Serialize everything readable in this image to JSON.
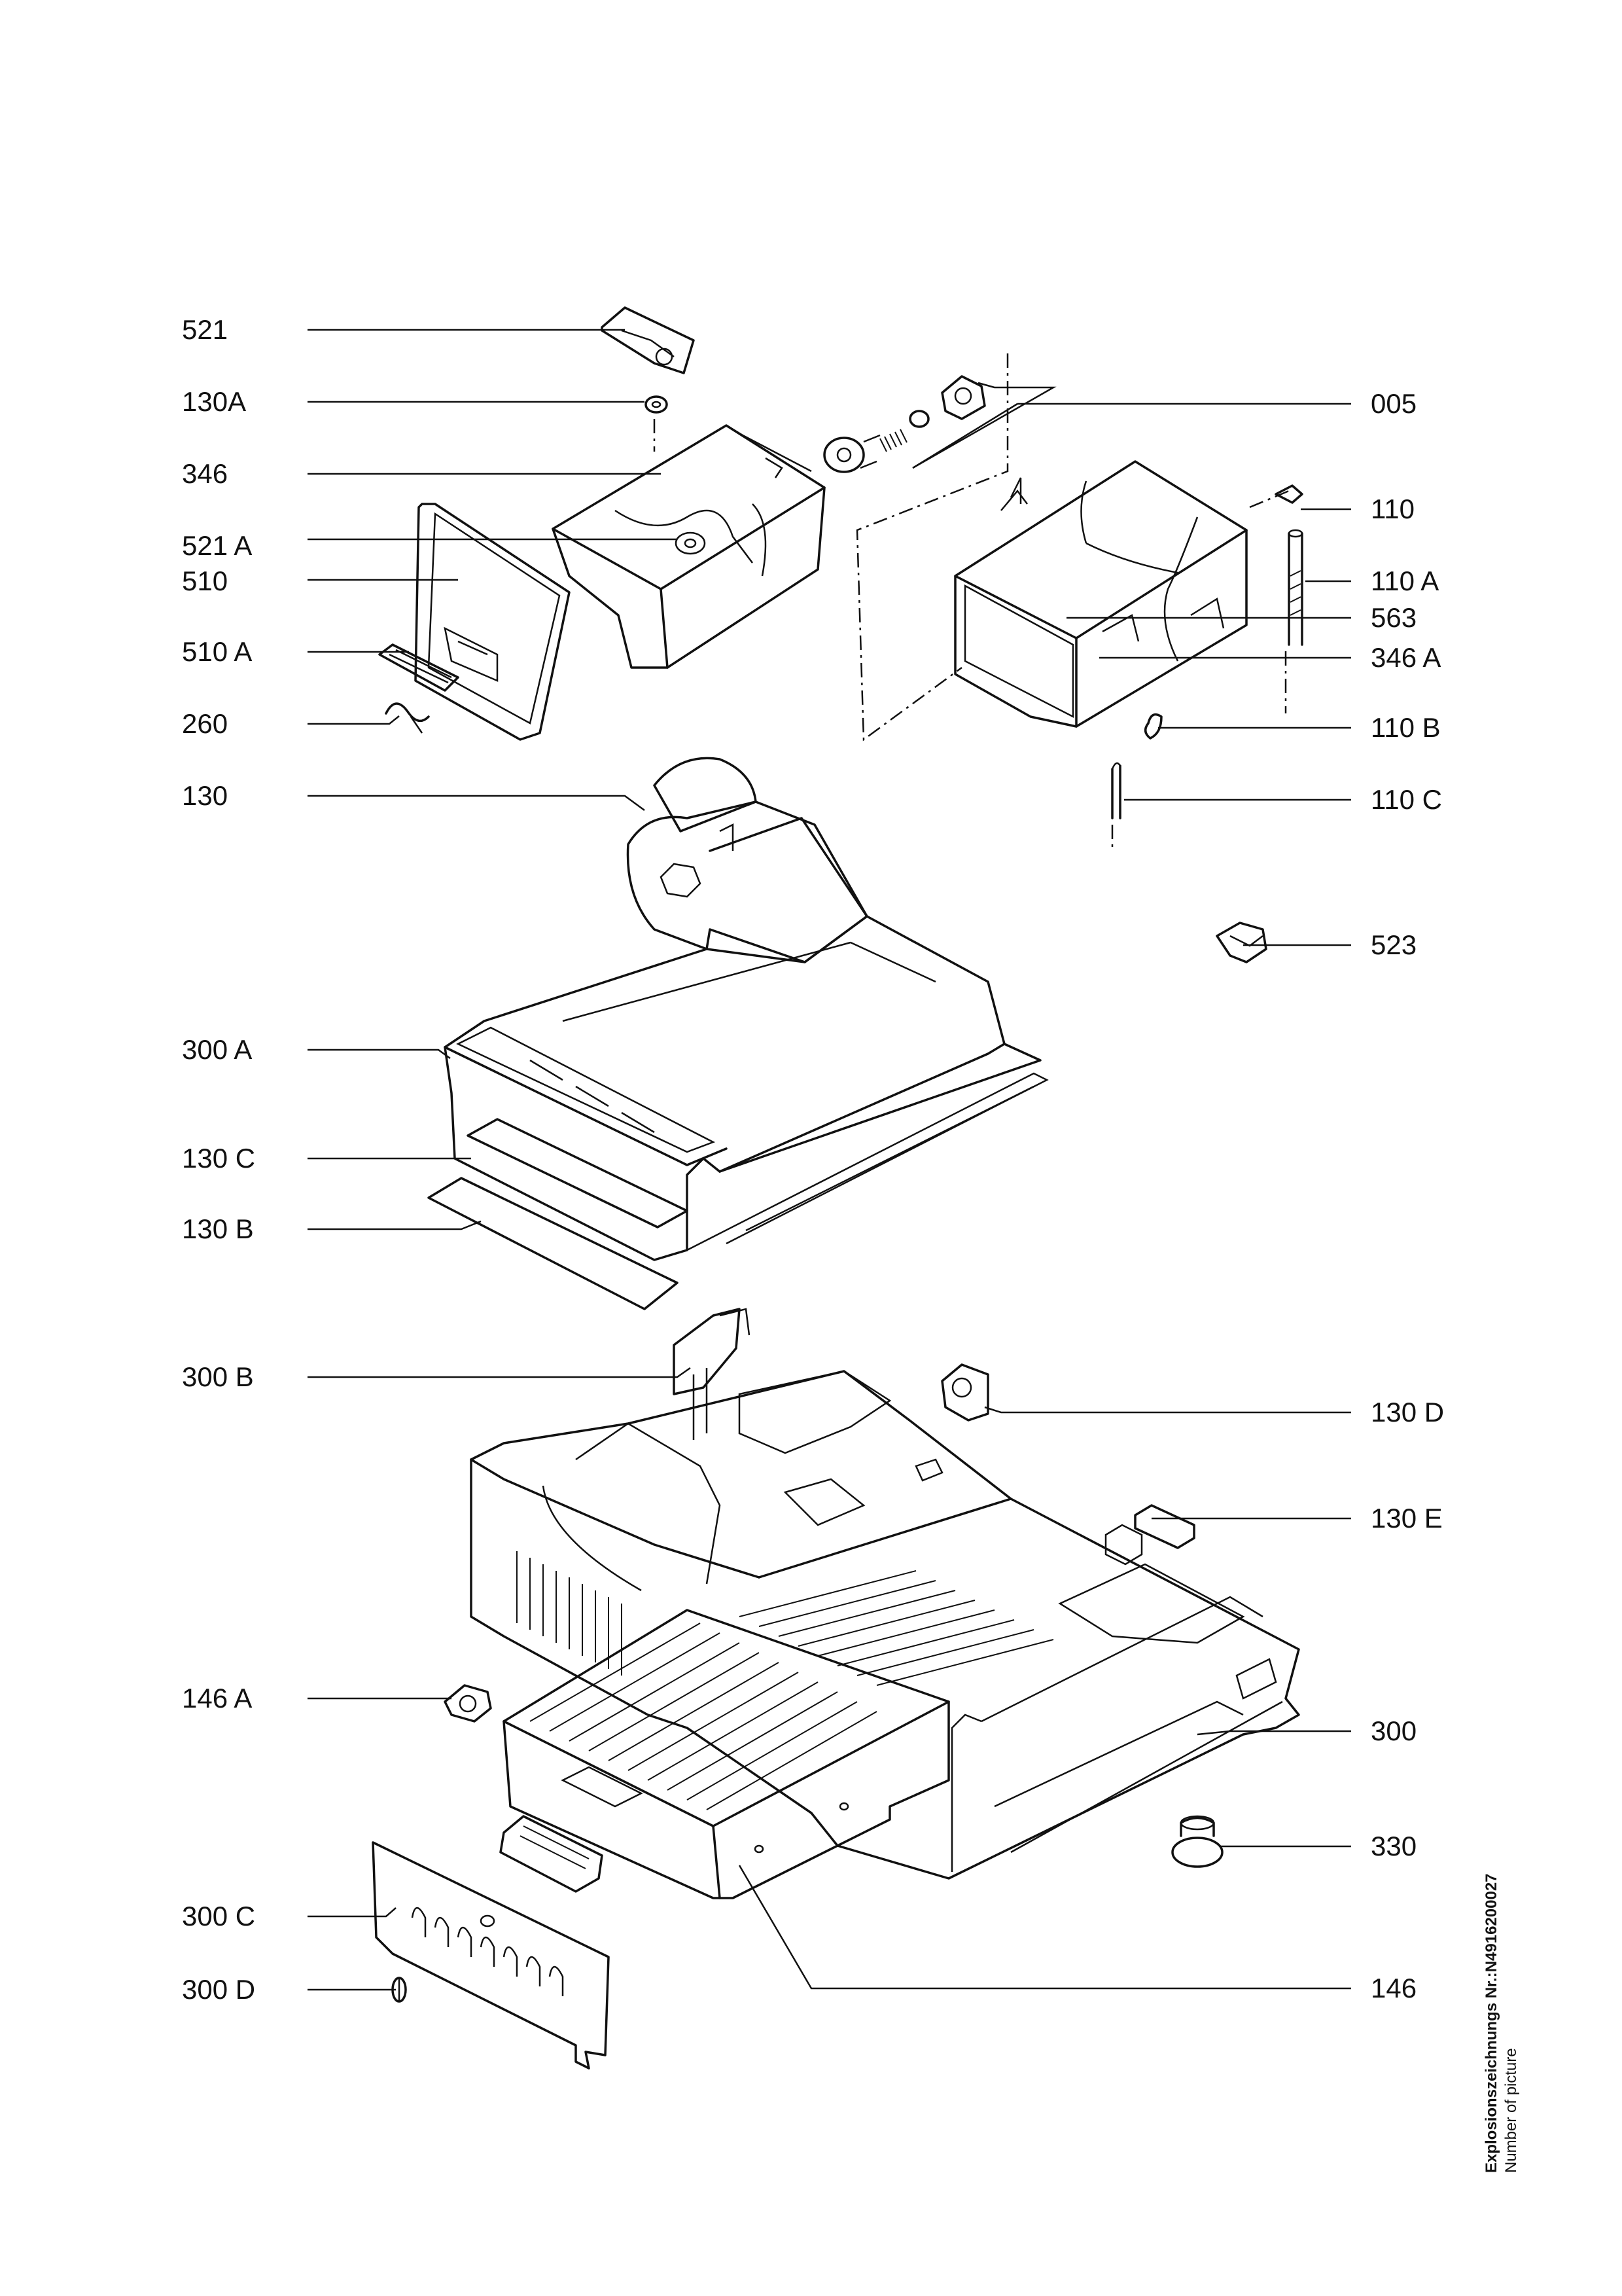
{
  "labels": {
    "p521": "521",
    "p130A": "130A",
    "p346": "346",
    "p521A": "521 A",
    "p510": "510",
    "p510A": "510 A",
    "p260": "260",
    "p130": "130",
    "p300A": "300 A",
    "p130C": "130 C",
    "p130B": "130 B",
    "p300B": "300 B",
    "p146A": "146 A",
    "p300C": "300 C",
    "p300D": "300 D",
    "p005": "005",
    "p110": "110",
    "p110A": "110 A",
    "p563": "563",
    "p346A": "346 A",
    "p110B": "110 B",
    "p110C": "110 C",
    "p523": "523",
    "p130D": "130 D",
    "p130E": "130 E",
    "p300": "300",
    "p330": "330",
    "p146": "146"
  },
  "caption": {
    "title": "Explosionszeichnungs Nr.:N4916200027",
    "subtitle": "Number of picture"
  }
}
